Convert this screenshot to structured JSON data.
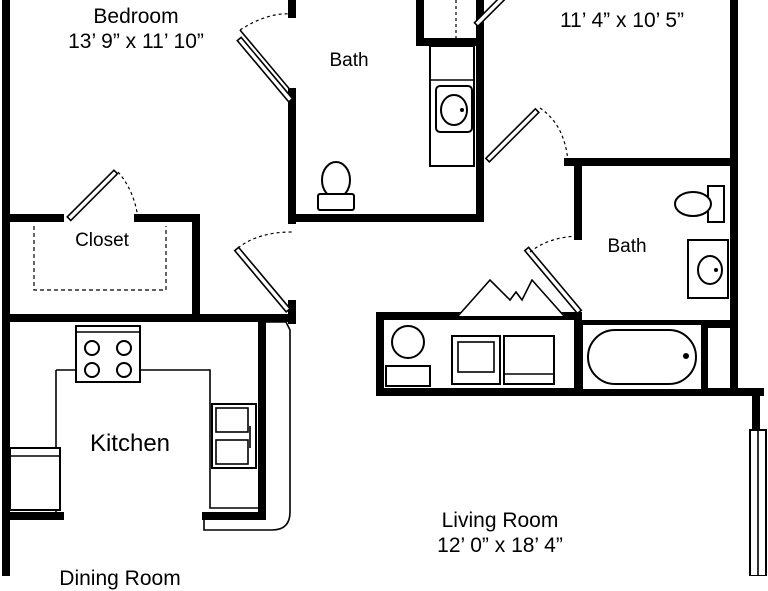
{
  "rooms": {
    "bedroom": {
      "name": "Bedroom",
      "dims": "13’ 9” x 11’ 10”"
    },
    "bedroom2": {
      "dims": "11’ 4” x 10’ 5”"
    },
    "bath1": {
      "name": "Bath"
    },
    "bath2": {
      "name": "Bath"
    },
    "closet": {
      "name": "Closet"
    },
    "kitchen": {
      "name": "Kitchen"
    },
    "living": {
      "name": "Living Room",
      "dims": "12’ 0” x 18’ 4”"
    },
    "dining": {
      "name": "Dining Room"
    }
  }
}
